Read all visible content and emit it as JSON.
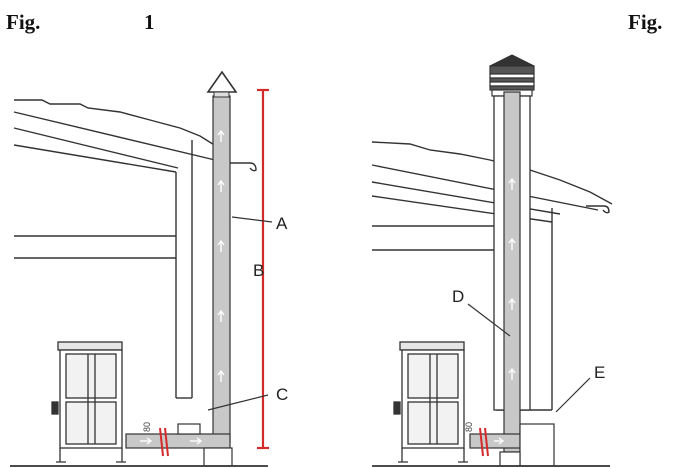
{
  "header": {
    "fig_left": "Fig.",
    "fig_number": "1",
    "fig_right": "Fig."
  },
  "labels": {
    "a": "A",
    "b": "B",
    "c": "C",
    "d": "D",
    "e": "E"
  },
  "dimensions": {
    "left_pipe": "80",
    "right_pipe": "80"
  },
  "colors": {
    "pipe_fill": "#c8c8c8",
    "line": "#333333",
    "dimension_red": "#d42a2a"
  }
}
